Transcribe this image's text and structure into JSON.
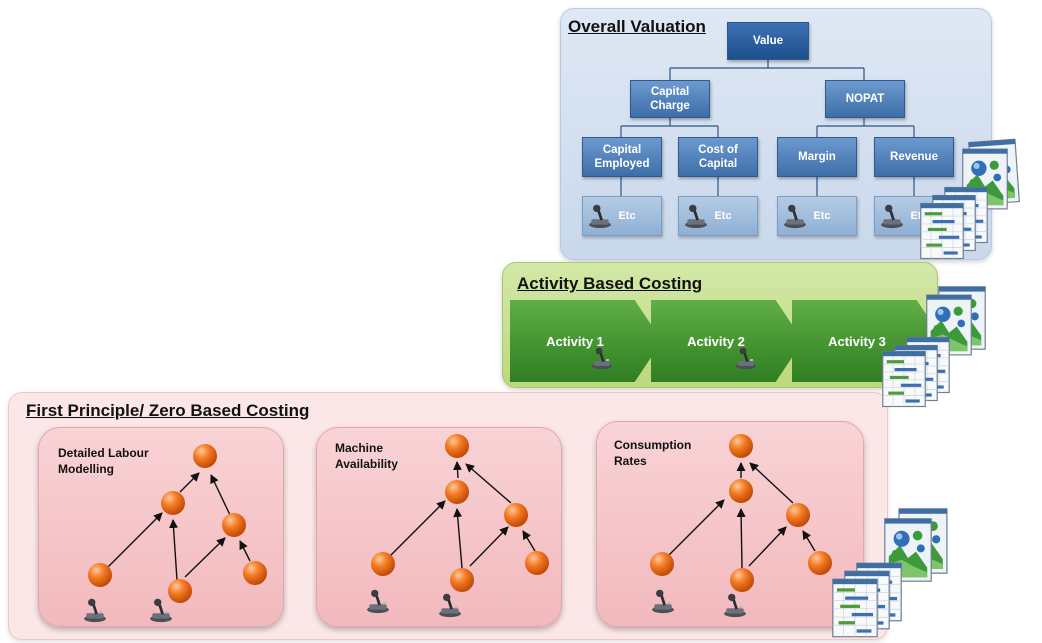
{
  "valuation": {
    "title": "Overall Valuation",
    "value": "Value",
    "capital_charge": "Capital Charge",
    "nopat": "NOPAT",
    "capital_employed": "Capital Employed",
    "cost_of_capital": "Cost of Capital",
    "margin": "Margin",
    "revenue": "Revenue",
    "etc": [
      "Etc",
      "Etc",
      "Etc",
      "Etc"
    ]
  },
  "abc": {
    "title": "Activity Based Costing",
    "activities": [
      "Activity 1",
      "Activity 2",
      "Activity 3"
    ]
  },
  "first_principle": {
    "title": "First Principle/ Zero Based Costing",
    "groups": [
      {
        "title": "Detailed Labour Modelling"
      },
      {
        "title": "Machine Availability"
      },
      {
        "title": "Consumption Rates"
      }
    ]
  },
  "colors": {
    "valuation_panel": "#c9d8ec",
    "abc_panel": "#bcd97d",
    "first_panel": "#fbe7e8",
    "node_orange": "#ef6c1a",
    "tree_blue": "#3e6ea8",
    "activity_green": "#2f7e22"
  },
  "icons": [
    "joystick-icon",
    "report-stack-icon",
    "network-node-icon"
  ]
}
